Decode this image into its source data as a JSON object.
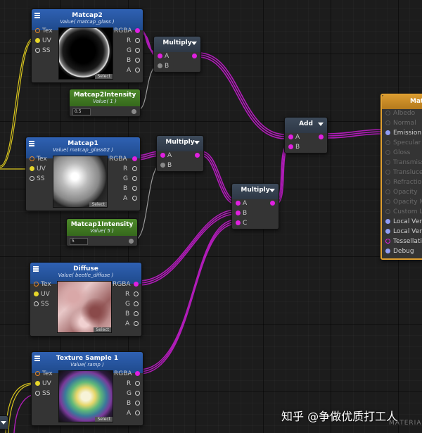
{
  "nodes": {
    "matcap2": {
      "title": "Matcap2",
      "subtitle": "Value( matcap_glass )"
    },
    "matcap2_intensity": {
      "title": "Matcap2Intensity",
      "subtitle": "Value( 1 )",
      "value": "0.5"
    },
    "matcap1": {
      "title": "Matcap1",
      "subtitle": "Value( matcap_glass02 )"
    },
    "matcap1_intensity": {
      "title": "Matcap1Intensity",
      "subtitle": "Value( 5 )",
      "value": "5"
    },
    "diffuse": {
      "title": "Diffuse",
      "subtitle": "Value( beetle_diffuse )"
    },
    "texture_sample_1": {
      "title": "Texture Sample 1",
      "subtitle": "Value( ramp )"
    },
    "multiply_1": {
      "title": "Multiply"
    },
    "multiply_2": {
      "title": "Multiply"
    },
    "multiply_3": {
      "title": "Multiply"
    },
    "add": {
      "title": "Add"
    },
    "material": {
      "title": "Matc"
    }
  },
  "ports": {
    "tex": "Tex",
    "uv": "UV",
    "ss": "SS",
    "rgba": "RGBA",
    "r": "R",
    "g": "G",
    "b": "B",
    "a": "A",
    "in_a": "A",
    "in_b": "B",
    "in_c": "C"
  },
  "select_label": "Select",
  "material_inputs": [
    "Albedo",
    "Normal",
    "Emission",
    "Specular",
    "Gloss",
    "Transmiss",
    "Transluce",
    "Refractio",
    "Opacity",
    "Opacity M",
    "Custom Li",
    "Local Vert",
    "Local Vert",
    "Tessellatic",
    "Debug"
  ],
  "watermark": "知乎 @争做优质打工人",
  "footer_label": "MATERIA",
  "colors": {
    "link": "#c020c0",
    "uv_link": "#e6d62a",
    "header_blue": "#2f61b3",
    "header_green": "#4d8a2a",
    "material_border": "#e0a030"
  }
}
